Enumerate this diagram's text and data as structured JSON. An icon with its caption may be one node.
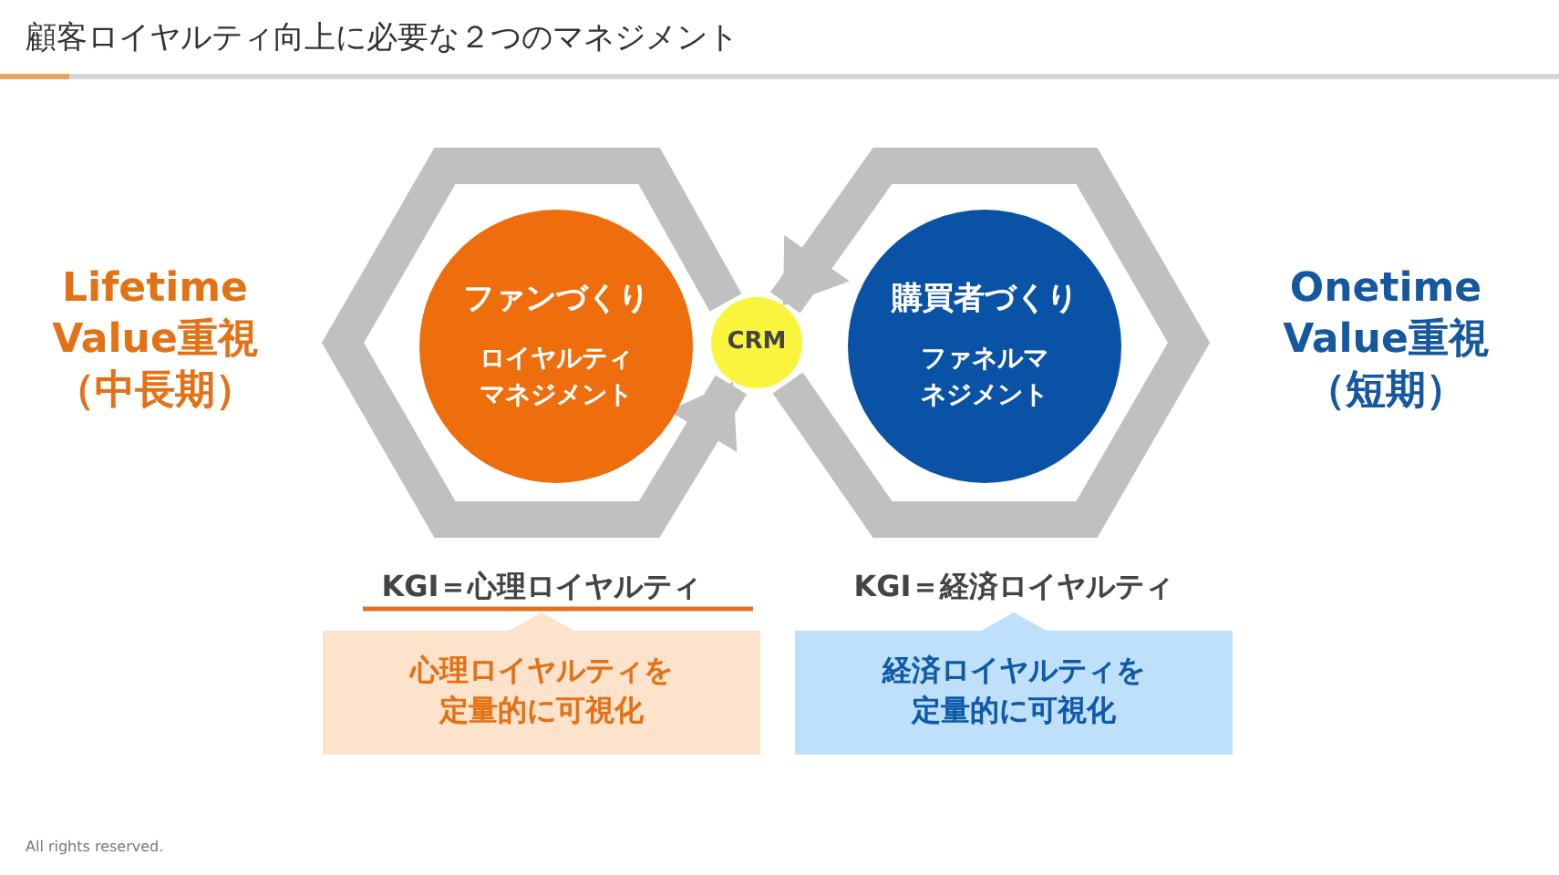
{
  "diagram": {
    "title": "顧客ロイヤルティ向上に必要な２つのマネジメント",
    "nodes": [
      {
        "text": [
          "ファンづくり",
          "ロイヤルティマネジメント"
        ]
      },
      {
        "text": [
          "CRM"
        ]
      },
      {
        "text": [
          "購買者づくり",
          "ファネルマネジメント"
        ]
      },
      {
        "text": [
          "KGI＝心理ロイヤルティ",
          "心理ロイヤルティを定量的に可視化"
        ]
      },
      {
        "text": [
          "KGI＝経済ロイヤルティ",
          "経済ロイヤルティを定量的に可視化"
        ]
      }
    ],
    "edges": [
      {
        "from": null,
        "to": 1,
        "arrow": "to"
      },
      {
        "from": null,
        "to": 1,
        "arrow": "to"
      }
    ],
    "labels": [
      "Lifetime Value重視（中長期）",
      "Onetime Value重視（短期）",
      "All rights reserved."
    ]
  }
}
